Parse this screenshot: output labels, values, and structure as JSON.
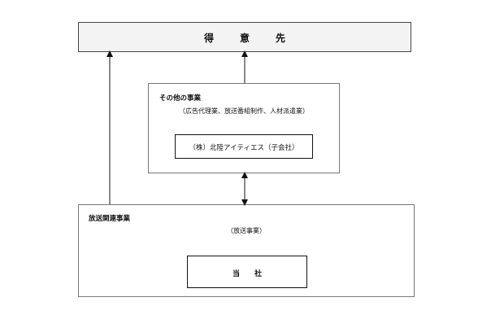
{
  "customer": {
    "label": "得意先"
  },
  "other_business": {
    "title": "その他の事業",
    "subtitle": "（広告代理業、放送番組制作、人材派遣業）",
    "subsidiary": "（株）北陸アイティエス（子会社）"
  },
  "broadcast_business": {
    "title": "放送関連事業",
    "subtitle": "（放送事業）",
    "company": "当社"
  },
  "colors": {
    "line": "#111111",
    "customer_fill": "#f3f3f3"
  }
}
